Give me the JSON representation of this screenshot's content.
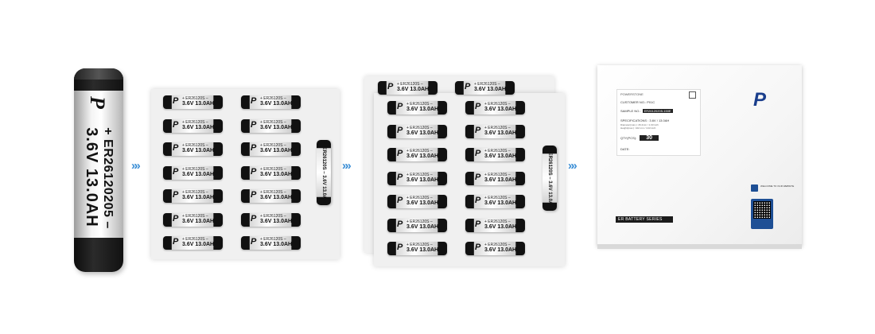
{
  "big_battery": {
    "logo": "P",
    "model": "+ ER26120205 –",
    "spec": "3.6V 13.0AH"
  },
  "arrows": [
    "»»",
    "»»",
    "»»"
  ],
  "strips": {
    "logo": "P",
    "model": "+ ER26120S –",
    "spec": "3.6V 13.0AH"
  },
  "sample_battery": {
    "text": "+ ER26120S – 3.6V 13.0AH"
  },
  "box": {
    "brand": "POWERSTONE",
    "customer_label": "CUSTOMER NO.: P01C",
    "sample_label": "SAMPLE NO.:",
    "sample_value": "ER26120205-150E",
    "spec_label": "SPECIFICATIONS : 3.6V / 13.0AH",
    "spec_line2": "Diameter(max.): 26.2mm / 1.03 inch",
    "spec_line3": "Height(max.): 102 mm / 4.02 inch",
    "qty_label": "QTY(PCS):",
    "qty_value": "30",
    "date_label": "DATE:",
    "logo": "P",
    "series": "ER BATTERY SERIES",
    "qr_text": "WELCOME TO OUR WEBSITE"
  }
}
